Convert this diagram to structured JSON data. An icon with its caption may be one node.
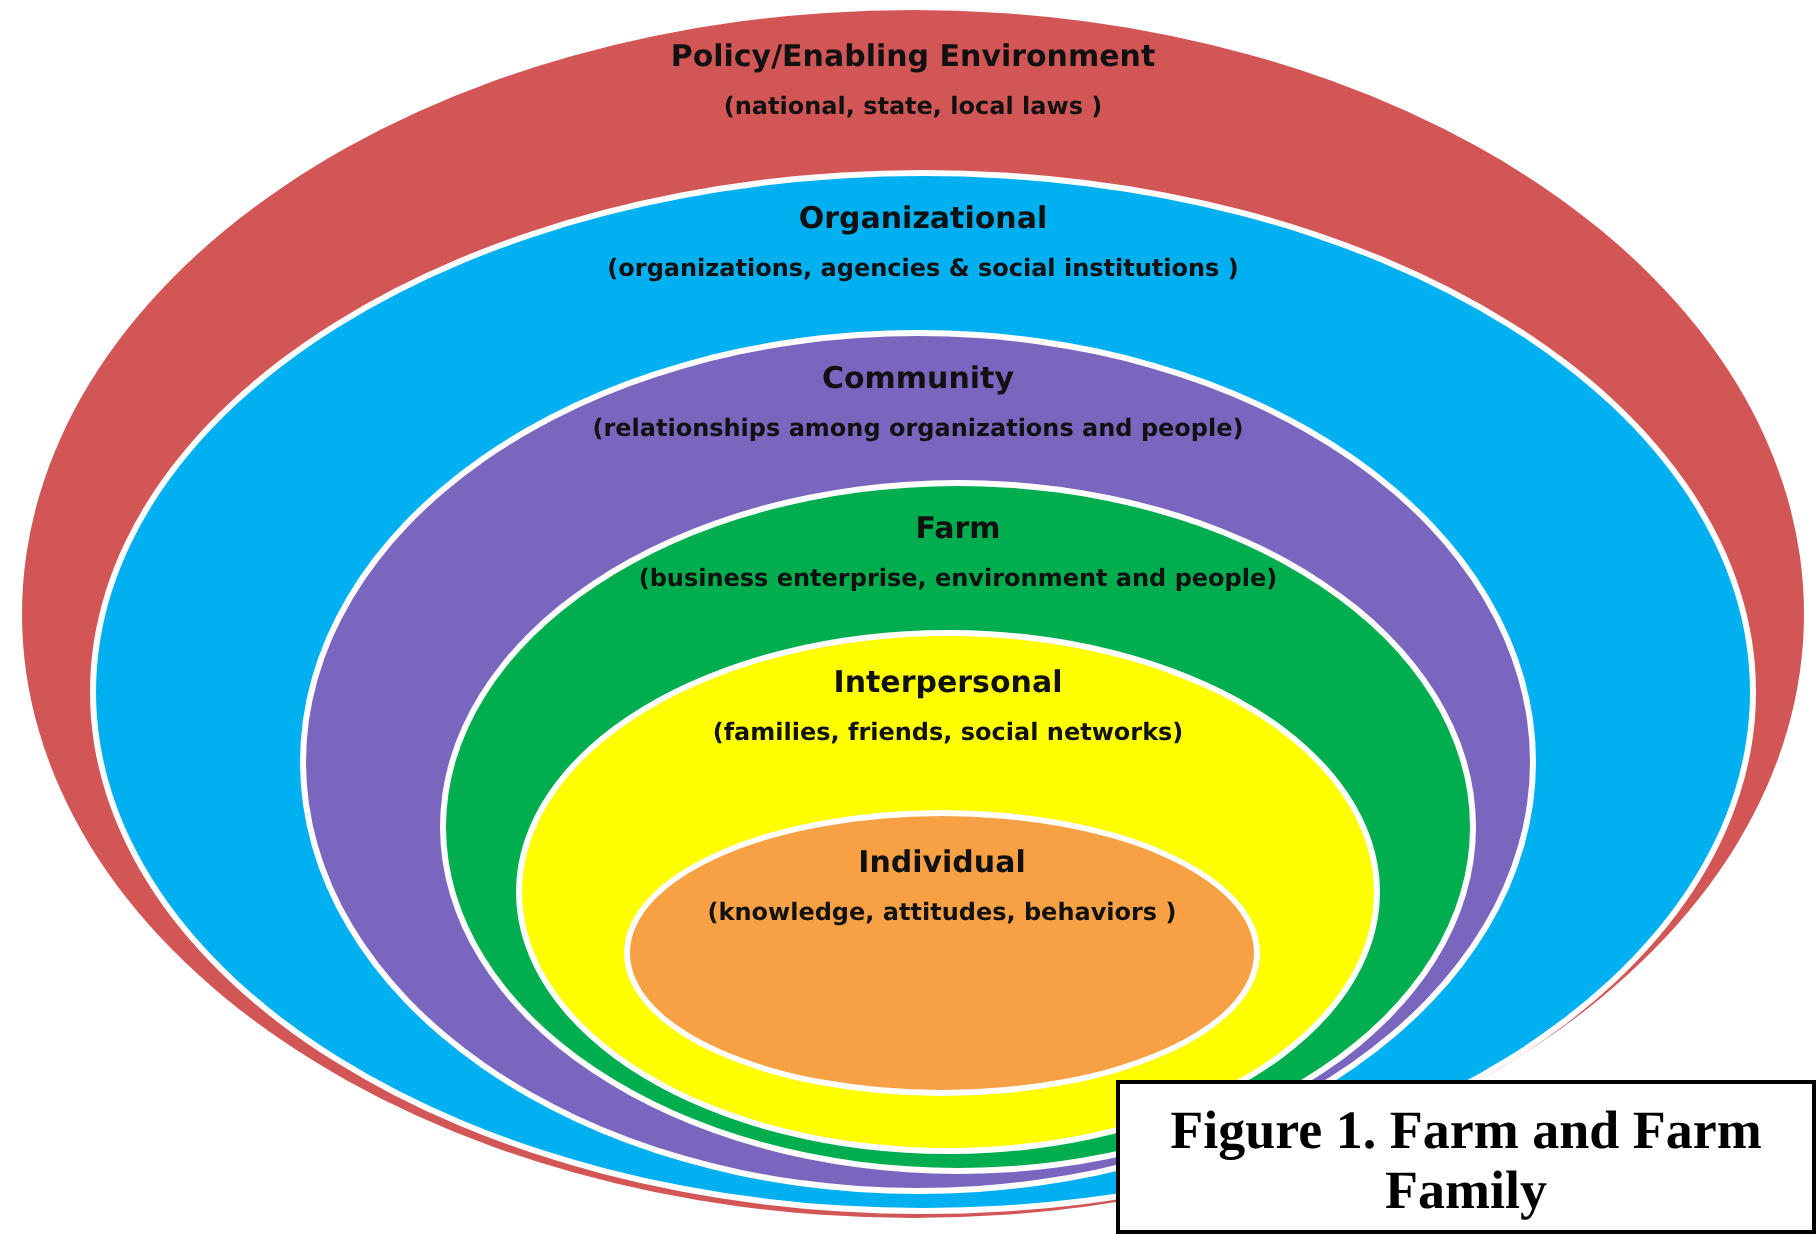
{
  "diagram": {
    "caption": "Figure 1. Farm and Farm Family",
    "nodes": [
      {
        "text": [
          "Policy/Enabling Environment",
          "(national, state, local laws )"
        ]
      },
      {
        "text": [
          "Organizational",
          "(organizations, agencies & social institutions )"
        ],
        "in": 0
      },
      {
        "text": [
          "Community",
          "(relationships among organizations and people)"
        ],
        "in": 1
      },
      {
        "text": [
          "Farm",
          "(business enterprise, environment and people)"
        ],
        "in": 2
      },
      {
        "text": [
          "Interpersonal",
          "(families, friends, social networks)"
        ],
        "in": 3
      },
      {
        "text": [
          "Individual",
          "(knowledge, attitudes, behaviors )"
        ],
        "in": 4
      }
    ]
  }
}
